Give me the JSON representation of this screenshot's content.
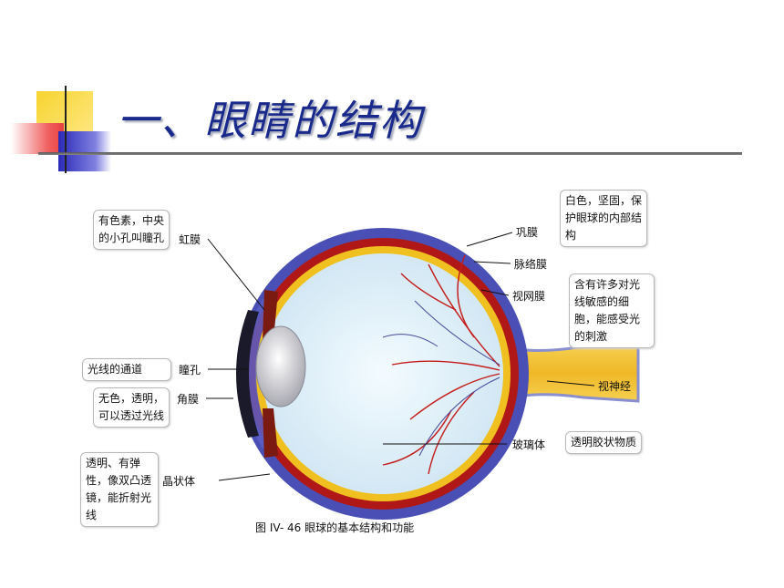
{
  "slide": {
    "title": "一、眼睛的结构"
  },
  "diagram": {
    "left_labels": [
      {
        "id": "iris",
        "label": "虹膜",
        "note": "有色素，中央的小孔叫瞳孔"
      },
      {
        "id": "pupil",
        "label": "瞳孔",
        "note": "光线的通道"
      },
      {
        "id": "cornea",
        "label": "角膜",
        "note": "无色，透明，可以透过光线"
      },
      {
        "id": "lens",
        "label": "晶状体",
        "note": "透明、有弹性，像双凸透镜，能折射光线"
      }
    ],
    "right_labels": [
      {
        "id": "sclera",
        "label": "巩膜",
        "note": "白色，坚固，保护眼球的内部结构"
      },
      {
        "id": "choroid",
        "label": "脉络膜",
        "note": ""
      },
      {
        "id": "retina",
        "label": "视网膜",
        "note": "含有许多对光线敏感的细胞，能感受光的刺激"
      },
      {
        "id": "optic-nerve",
        "label": "视神经",
        "note": ""
      },
      {
        "id": "vitreous",
        "label": "玻璃体",
        "note": "透明胶状物质"
      }
    ],
    "caption": "图 IV- 46    眼球的基本结构和功能"
  },
  "colors": {
    "title": "#1a2a8c",
    "sclera": "#4a4fb5",
    "choroid": "#b01818",
    "retina": "#f0c020",
    "vitreous": "#dbeef8",
    "deco_yellow": "#f7d430",
    "deco_red": "#e84040",
    "deco_blue": "#2a2ab8"
  }
}
